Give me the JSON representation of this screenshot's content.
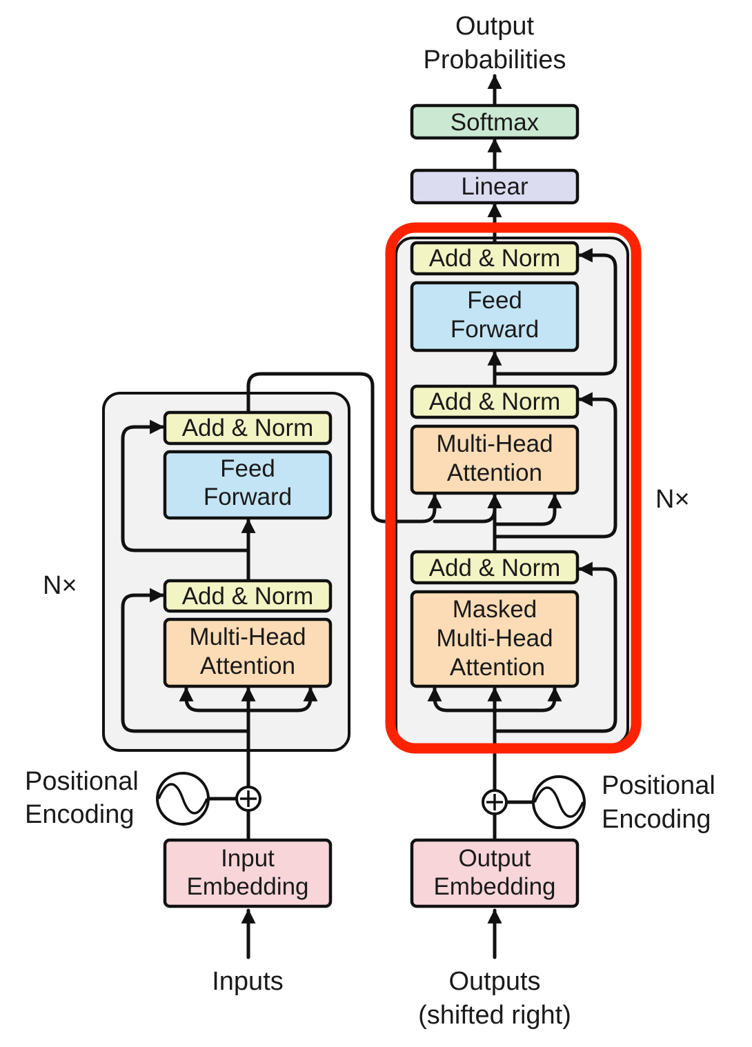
{
  "top": {
    "line1": "Output",
    "line2": "Probabilities"
  },
  "head": {
    "softmax": "Softmax",
    "linear": "Linear"
  },
  "decoder": {
    "add_norm_top": "Add & Norm",
    "ff_line1": "Feed",
    "ff_line2": "Forward",
    "add_norm_mid": "Add & Norm",
    "mha_line1": "Multi-Head",
    "mha_line2": "Attention",
    "add_norm_bot": "Add & Norm",
    "masked_line1": "Masked",
    "masked_line2": "Multi-Head",
    "masked_line3": "Attention",
    "repeat": "N×"
  },
  "encoder": {
    "add_norm_top": "Add & Norm",
    "ff_line1": "Feed",
    "ff_line2": "Forward",
    "add_norm_bot": "Add & Norm",
    "mha_line1": "Multi-Head",
    "mha_line2": "Attention",
    "repeat": "N×"
  },
  "positional_left": {
    "line1": "Positional",
    "line2": "Encoding"
  },
  "positional_right": {
    "line1": "Positional",
    "line2": "Encoding"
  },
  "input_embedding": {
    "line1": "Input",
    "line2": "Embedding"
  },
  "output_embedding": {
    "line1": "Output",
    "line2": "Embedding"
  },
  "inputs_label": "Inputs",
  "outputs_label": {
    "line1": "Outputs",
    "line2": "(shifted right)"
  },
  "colors": {
    "add_norm": "#f3f4c3",
    "feed_forward": "#c3e4f5",
    "attention": "#fbdcb6",
    "embedding": "#f7d5d9",
    "softmax": "#cbe8d2",
    "linear": "#dcdcf1",
    "stack_bg": "#f2f2f2",
    "highlight": "#ff2200"
  }
}
